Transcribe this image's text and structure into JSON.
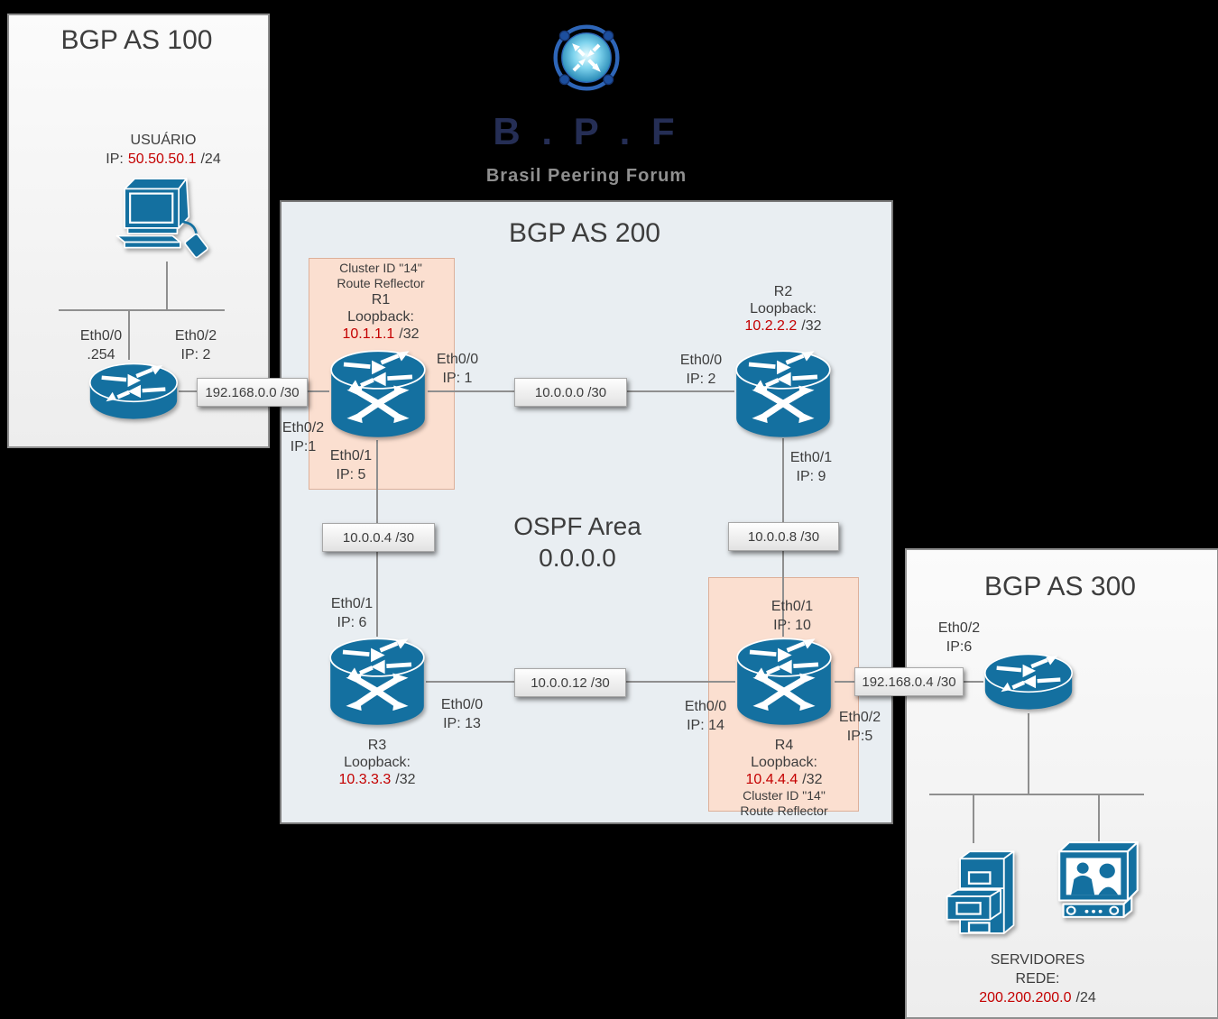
{
  "colors": {
    "node_blue": "#1470a0",
    "red_text": "#c40000",
    "as200_fill": "#e9eef2",
    "pink_fill": "#fbdfd0",
    "logo_navy": "#252e55",
    "logo_gray": "#8f8f8f"
  },
  "logo": {
    "title": "B . P . F",
    "subtitle": "Brasil Peering Forum"
  },
  "as100": {
    "title": "BGP AS 100",
    "user": {
      "name": "USUÁRIO",
      "ip_label": "IP:",
      "ip": "50.50.50.1",
      "mask": "/24"
    },
    "ports": {
      "eth00": {
        "line1": "Eth0/0",
        "line2": ".254"
      },
      "eth02": {
        "line1": "Eth0/2",
        "line2": "IP: 2"
      }
    }
  },
  "as200": {
    "title": "BGP AS 200",
    "ospf": {
      "line1": "OSPF Area",
      "line2": "0.0.0.0"
    },
    "r1": {
      "cluster": "Cluster ID \"14\"",
      "role": "Route Reflector",
      "name": "R1",
      "loopback_label": "Loopback:",
      "ip": "10.1.1.1",
      "mask": "/32",
      "ports": {
        "eth00": {
          "line1": "Eth0/0",
          "line2": "IP: 1"
        },
        "eth01": {
          "line1": "Eth0/1",
          "line2": "IP: 5"
        },
        "eth02": {
          "line1": "Eth0/2",
          "line2": "IP:1"
        }
      }
    },
    "r2": {
      "name": "R2",
      "loopback_label": "Loopback:",
      "ip": "10.2.2.2",
      "mask": "/32",
      "ports": {
        "eth00": {
          "line1": "Eth0/0",
          "line2": "IP: 2"
        },
        "eth01": {
          "line1": "Eth0/1",
          "line2": "IP: 9"
        }
      }
    },
    "r3": {
      "name": "R3",
      "loopback_label": "Loopback:",
      "ip": "10.3.3.3",
      "mask": "/32",
      "ports": {
        "eth01": {
          "line1": "Eth0/1",
          "line2": "IP: 6"
        },
        "eth00": {
          "line1": "Eth0/0",
          "line2": "IP: 13"
        }
      }
    },
    "r4": {
      "name": "R4",
      "loopback_label": "Loopback:",
      "ip": "10.4.4.4",
      "mask": "/32",
      "cluster": "Cluster ID \"14\"",
      "role": "Route Reflector",
      "ports": {
        "eth01": {
          "line1": "Eth0/1",
          "line2": "IP: 10"
        },
        "eth00": {
          "line1": "Eth0/0",
          "line2": "IP: 14"
        },
        "eth02": {
          "line1": "Eth0/2",
          "line2": "IP:5"
        }
      }
    }
  },
  "as300": {
    "title": "BGP AS 300",
    "ports": {
      "eth02": {
        "line1": "Eth0/2",
        "line2": "IP:6"
      }
    },
    "servers": {
      "line1": "SERVIDORES",
      "line2": "REDE:",
      "ip": "200.200.200.0",
      "mask": "/24"
    }
  },
  "links": [
    {
      "label": "192.168.0.0 /30"
    },
    {
      "label": "10.0.0.0 /30"
    },
    {
      "label": "10.0.0.4 /30"
    },
    {
      "label": "10.0.0.8 /30"
    },
    {
      "label": "10.0.0.12 /30"
    },
    {
      "label": "192.168.0.4 /30"
    }
  ]
}
